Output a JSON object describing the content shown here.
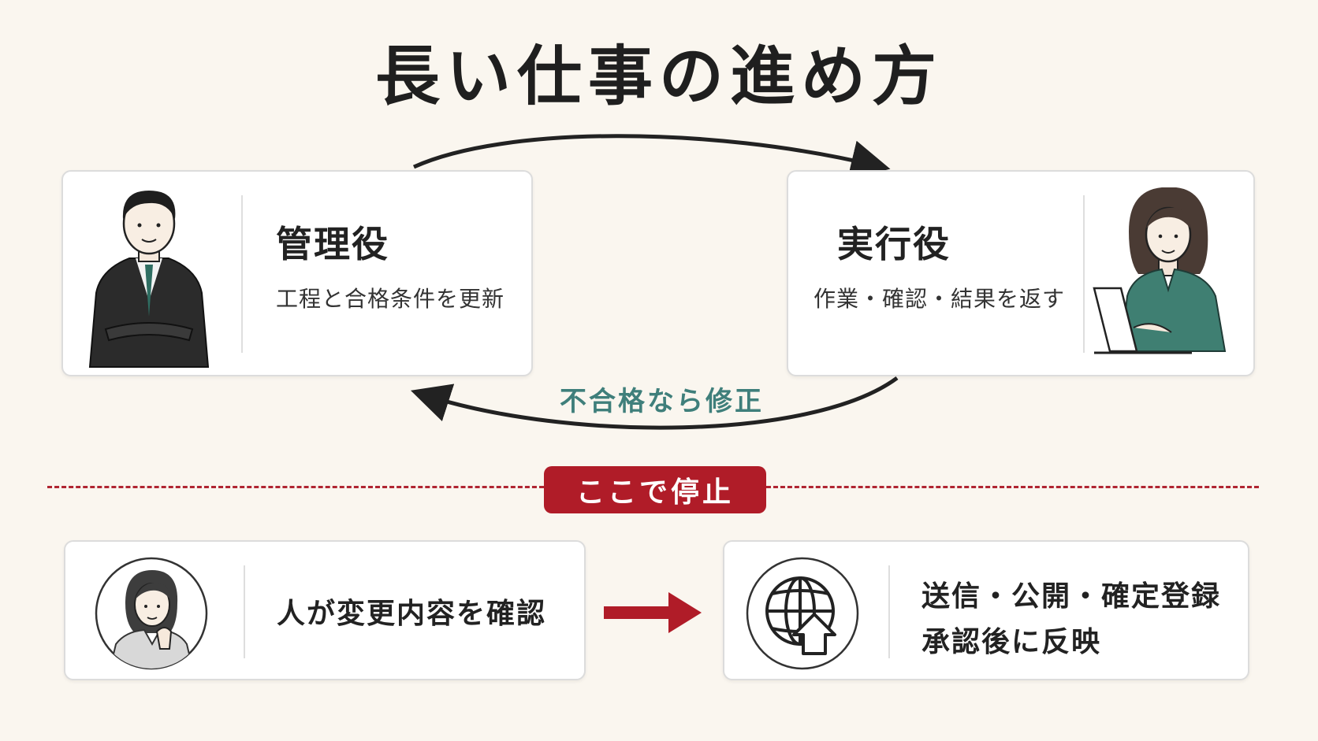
{
  "title": "長い仕事の進め方",
  "manager": {
    "title": "管理役",
    "subtitle": "工程と合格条件を更新"
  },
  "executor": {
    "title": "実行役",
    "subtitle": "作業・確認・結果を返す"
  },
  "loop_back_label": "不合格なら修正",
  "stop_label": "ここで停止",
  "review": {
    "text": "人が変更内容を確認"
  },
  "publish": {
    "line1": "送信・公開・確定登録",
    "line2": "承認後に反映"
  },
  "colors": {
    "accent_red": "#b01c28",
    "teal": "#3f7f7b",
    "background": "#faf6ef"
  },
  "icons": [
    "manager-person-icon",
    "executor-person-icon",
    "reviewer-person-icon",
    "globe-upload-icon",
    "arrow-right-icon"
  ]
}
